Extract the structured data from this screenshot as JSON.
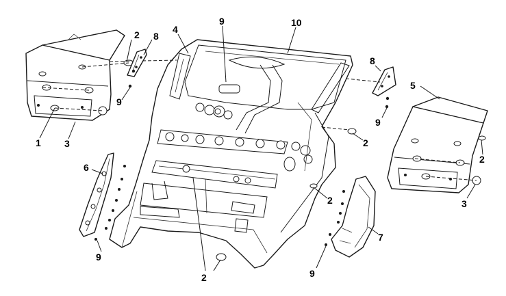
{
  "callouts": {
    "c1": "1",
    "c2a": "2",
    "c2b": "2",
    "c2c": "2",
    "c2d": "2",
    "c2e": "2",
    "c3a": "3",
    "c3b": "3",
    "c4": "4",
    "c5": "5",
    "c6": "6",
    "c7": "7",
    "c8a": "8",
    "c8b": "8",
    "c9a": "9",
    "c9b": "9",
    "c9c": "9",
    "c9d": "9",
    "c10": "10"
  }
}
